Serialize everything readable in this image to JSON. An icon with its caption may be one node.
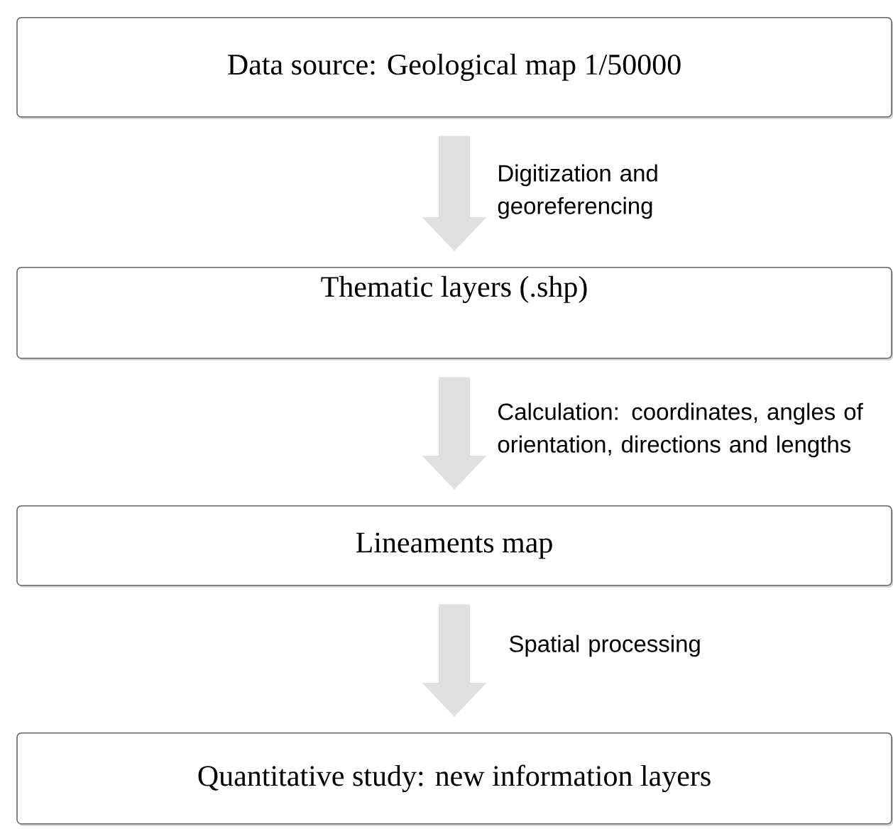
{
  "diagram": {
    "nodes": [
      {
        "text": [
          "Data source: Geological map 1/50000"
        ]
      },
      {
        "text": [
          "Thematic layers (.shp)"
        ]
      },
      {
        "text": [
          "Lineaments map"
        ]
      },
      {
        "text": [
          "Quantitative study: new information layers"
        ]
      }
    ],
    "edges": [
      {
        "from": 0,
        "to": 1,
        "arrow": "to",
        "label": "Digitization and georeferencing"
      },
      {
        "from": 1,
        "to": 2,
        "arrow": "to",
        "label": "Calculation: coordinates, angles of orientation, directions and lengths"
      },
      {
        "from": 2,
        "to": 3,
        "arrow": "to",
        "label": "Spatial processing"
      }
    ]
  }
}
